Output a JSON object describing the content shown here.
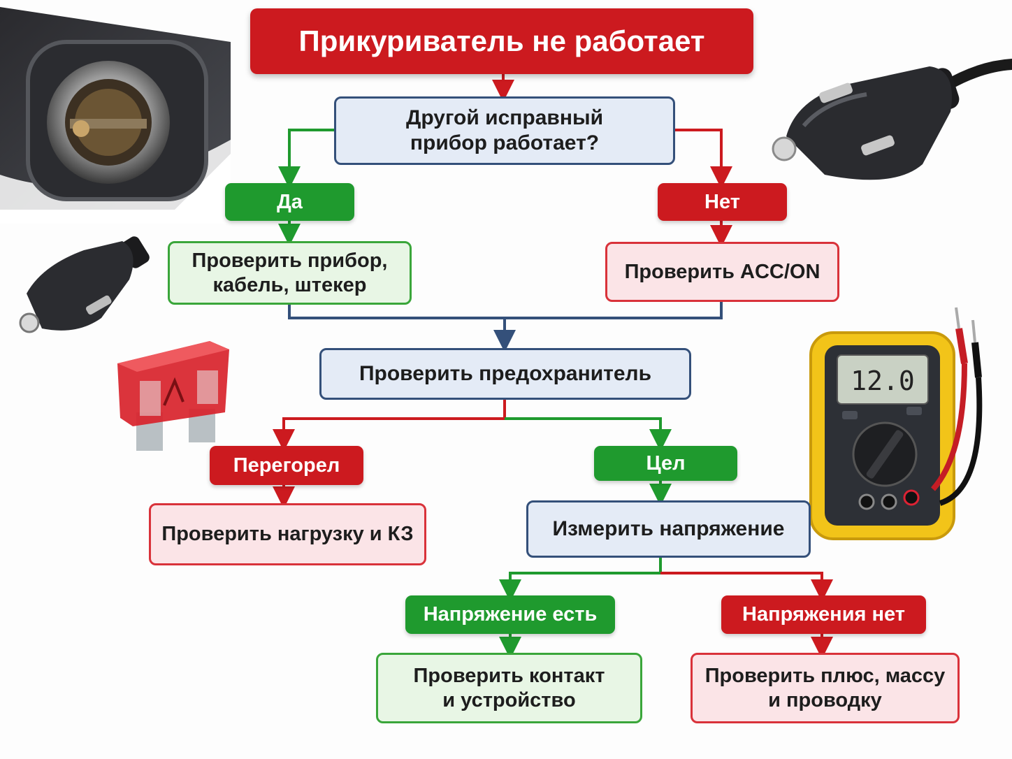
{
  "title": "Прикуриватель не работает",
  "nodes": {
    "q1": "Другой исправный\nприбор работает?",
    "yes1": "Да",
    "no1": "Нет",
    "check_device": "Проверить прибор,\nкабель, штекер",
    "check_acc": "Проверить ACC/ON",
    "check_fuse": "Проверить предохранитель",
    "blown": "Перегорел",
    "intact": "Цел",
    "check_load": "Проверить нагрузку и КЗ",
    "measure": "Измерить напряжение",
    "volt_yes": "Напряжение есть",
    "volt_no": "Напряжения нет",
    "check_contact": "Проверить контакт\nи устройство",
    "check_wiring": "Проверить плюс, массу\nи проводку"
  },
  "multimeter_display": "12.0",
  "icons": [
    "car-socket-icon",
    "cigarette-plug-icon",
    "small-plug-icon",
    "fuse-icon",
    "multimeter-icon"
  ],
  "colors": {
    "red": "#cc1a1f",
    "green": "#1f9a2e",
    "navy": "#34507a",
    "pink_fill": "#fbe4e7",
    "green_fill": "#e8f6e5",
    "blue_fill": "#e4ebf6"
  }
}
